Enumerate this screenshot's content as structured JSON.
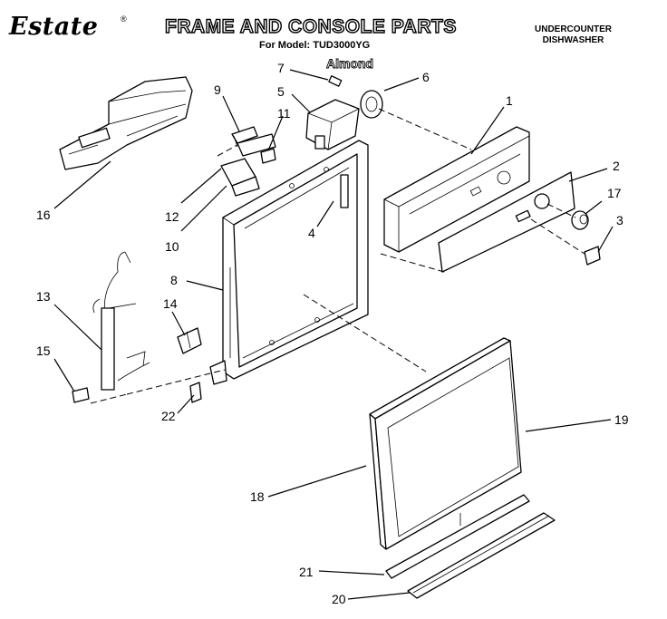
{
  "header": {
    "brand": "Estate",
    "trademark": "®",
    "title": "FRAME AND CONSOLE PARTS",
    "model_line": "For Model: TUD3000YG",
    "color": "Almond",
    "product_line1": "UNDERCOUNTER",
    "product_line2": "DISHWASHER"
  },
  "parts": [
    {
      "id": "1",
      "label": "1"
    },
    {
      "id": "2",
      "label": "2"
    },
    {
      "id": "3",
      "label": "3"
    },
    {
      "id": "4",
      "label": "4"
    },
    {
      "id": "5",
      "label": "5"
    },
    {
      "id": "6",
      "label": "6"
    },
    {
      "id": "7",
      "label": "7"
    },
    {
      "id": "8",
      "label": "8"
    },
    {
      "id": "9",
      "label": "9"
    },
    {
      "id": "10",
      "label": "10"
    },
    {
      "id": "11",
      "label": "11"
    },
    {
      "id": "12",
      "label": "12"
    },
    {
      "id": "13",
      "label": "13"
    },
    {
      "id": "14",
      "label": "14"
    },
    {
      "id": "15",
      "label": "15"
    },
    {
      "id": "16",
      "label": "16"
    },
    {
      "id": "17",
      "label": "17"
    },
    {
      "id": "18",
      "label": "18"
    },
    {
      "id": "19",
      "label": "19"
    },
    {
      "id": "20",
      "label": "20"
    },
    {
      "id": "21",
      "label": "21"
    },
    {
      "id": "22",
      "label": "22"
    }
  ]
}
